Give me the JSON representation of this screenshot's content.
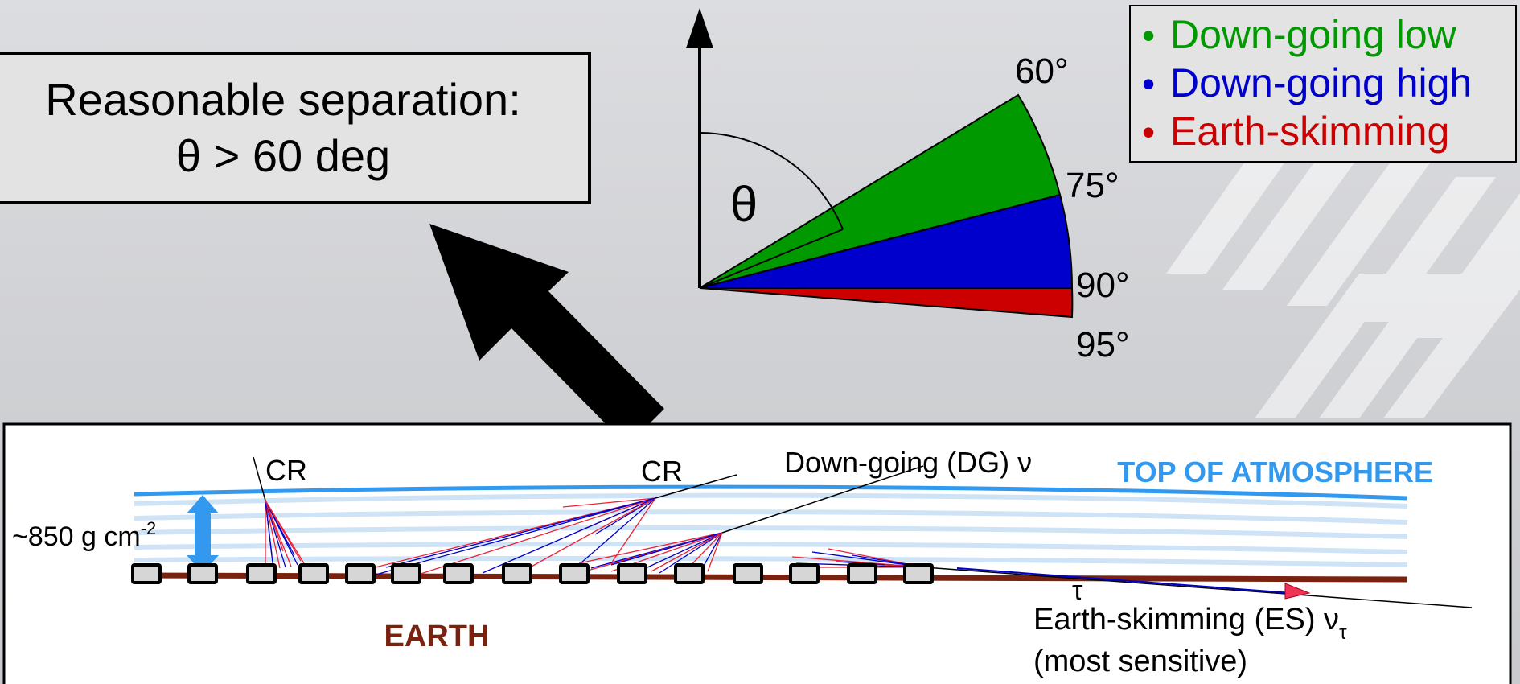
{
  "separation_box": {
    "line1": "Reasonable separation:",
    "line2": "θ > 60 deg"
  },
  "angle_diagram": {
    "theta_symbol": "θ",
    "angles": [
      "60°",
      "75°",
      "90°",
      "95°"
    ],
    "colors": {
      "green": "#009900",
      "blue": "#0000cc",
      "red": "#cc0000"
    }
  },
  "legend": {
    "bullet": "•",
    "items": [
      {
        "label": "Down-going low",
        "color": "#009900"
      },
      {
        "label": "Down-going high",
        "color": "#0000cc"
      },
      {
        "label": "Earth-skimming",
        "color": "#cc0000"
      }
    ]
  },
  "atmosphere_panel": {
    "top_of_atmosphere": "TOP OF ATMOSPHERE",
    "cr_label": "CR",
    "dg_label": "Down-going (DG) ν",
    "depth_label": "~850 g cm",
    "depth_exponent": "-2",
    "earth_label": "EARTH",
    "tau_label": "τ",
    "es_label": "Earth-skimming (ES) ν",
    "es_subscript": "τ",
    "es_note": "(most sensitive)",
    "colors": {
      "atmosphere": "#3399ee",
      "earth": "#7a2210",
      "detector_fill": "#d6d6d6"
    }
  }
}
